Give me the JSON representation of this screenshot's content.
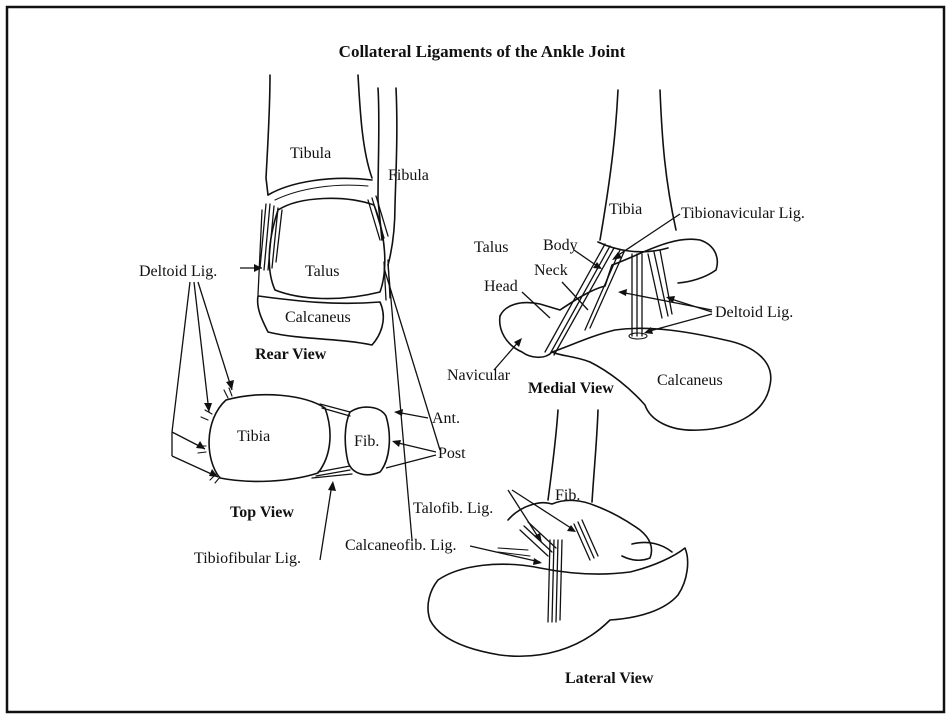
{
  "title": "Collateral Ligaments of the Ankle Joint",
  "views": {
    "rear": "Rear View",
    "top": "Top View",
    "medial": "Medial View",
    "lateral": "Lateral View"
  },
  "labels": {
    "rear_tibula": "Tibula",
    "rear_fibula": "Fibula",
    "rear_talus": "Talus",
    "rear_calcaneus": "Calcaneus",
    "deltoid_left": "Deltoid Lig.",
    "top_tibia": "Tibia",
    "top_fib": "Fib.",
    "ant": "Ant.",
    "post": "Post",
    "tibiofibular": "Tibiofibular Lig.",
    "calcaneofib": "Calcaneofib. Lig.",
    "talofib": "Talofib. Lig.",
    "lat_fib": "Fib.",
    "med_tibia": "Tibia",
    "tibionavicular": "Tibionavicular Lig.",
    "med_talus": "Talus",
    "body": "Body",
    "neck": "Neck",
    "head": "Head",
    "deltoid_right": "Deltoid Lig.",
    "navicular": "Navicular",
    "med_calcaneus": "Calcaneus"
  }
}
